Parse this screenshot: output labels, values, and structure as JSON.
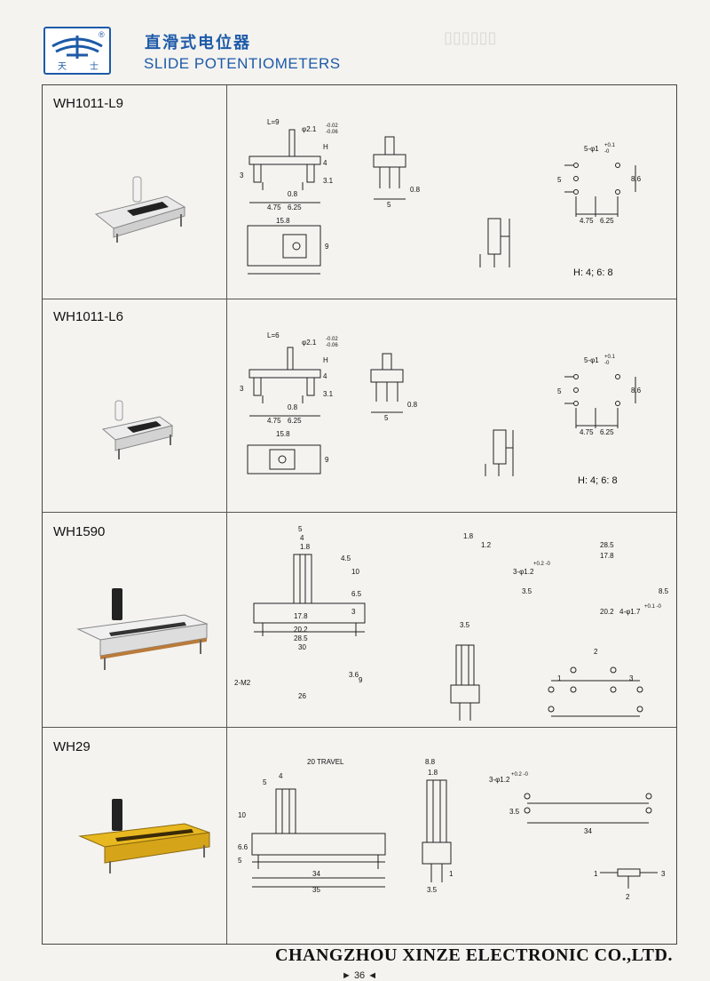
{
  "header": {
    "title_cn": "直滑式电位器",
    "title_en": "SLIDE POTENTIOMETERS",
    "logo_char_left": "天",
    "logo_char_right": "士",
    "logo_mark": "®"
  },
  "rows": [
    {
      "model": "WH1011-L9",
      "dims": {
        "lever": "L=9",
        "shaft": "φ2.1",
        "tol_top": "-0.02",
        "tol_bot": "-0.06",
        "h": "H",
        "d4": "4",
        "d31": "3.1",
        "d3": "3",
        "d08a": "0.8",
        "d08b": "0.8",
        "d475": "4.75",
        "d625": "6.25",
        "d5": "5",
        "d158": "15.8",
        "d9": "9",
        "d86": "8.6",
        "d5b": "5",
        "hole": "5-φ1",
        "hole_tol_top": "+0.1",
        "hole_tol_bot": "-0",
        "d475b": "4.75",
        "d625b": "6.25"
      },
      "note": "H: 4; 6: 8"
    },
    {
      "model": "WH1011-L6",
      "dims": {
        "lever": "L=6",
        "shaft": "φ2.1",
        "tol_top": "-0.02",
        "tol_bot": "-0.06",
        "h": "H",
        "d4": "4",
        "d31": "3.1",
        "d3": "3",
        "d08a": "0.8",
        "d08b": "0.8",
        "d475": "4.75",
        "d625": "6.25",
        "d5": "5",
        "d158": "15.8",
        "d9": "9",
        "d86": "8.6",
        "d5b": "5",
        "hole": "5-φ1",
        "hole_tol_top": "+0.1",
        "hole_tol_bot": "-0",
        "d475b": "4.75",
        "d625b": "6.25"
      },
      "note": "H: 4; 6: 8"
    },
    {
      "model": "WH1590",
      "dims": {
        "d5": "5",
        "d4": "4",
        "d18": "1.8",
        "d45": "4.5",
        "d10": "10",
        "d65": "6.5",
        "d3": "3",
        "d178": "17.8",
        "d202": "20.2",
        "d285": "28.5",
        "d30": "30",
        "m2": "2-M2",
        "d26": "26",
        "d36": "3.6",
        "d9": "9",
        "s18": "1.8",
        "s12": "1.2",
        "s35": "3.5",
        "p285": "28.5",
        "p178": "17.8",
        "p202": "20.2",
        "hole3": "3-φ1.2",
        "hole3_tol": "+0.2 -0",
        "hole4": "4-φ1.7",
        "hole4_tol": "+0.1 -0",
        "p35": "3.5",
        "p85": "8.5",
        "pin2": "2",
        "pin1": "1",
        "pin3": "3"
      }
    },
    {
      "model": "WH29",
      "dims": {
        "travel": "20 TRAVEL",
        "d5": "5",
        "d4": "4",
        "d10": "10",
        "d66": "6.6",
        "d5b": "5",
        "d34": "34",
        "d35": "35",
        "s88": "8.8",
        "s18": "1.8",
        "s35": "3.5",
        "s1": "1",
        "hole": "3-φ1.2",
        "hole_tol": "+0.2 -0",
        "p35": "3.5",
        "p34": "34",
        "pin1": "1",
        "pin2": "2",
        "pin3": "3"
      }
    }
  ],
  "footer": {
    "company": "CHANGZHOU XINZE ELECTRONIC CO.,LTD.",
    "page": "► 36 ◄"
  }
}
